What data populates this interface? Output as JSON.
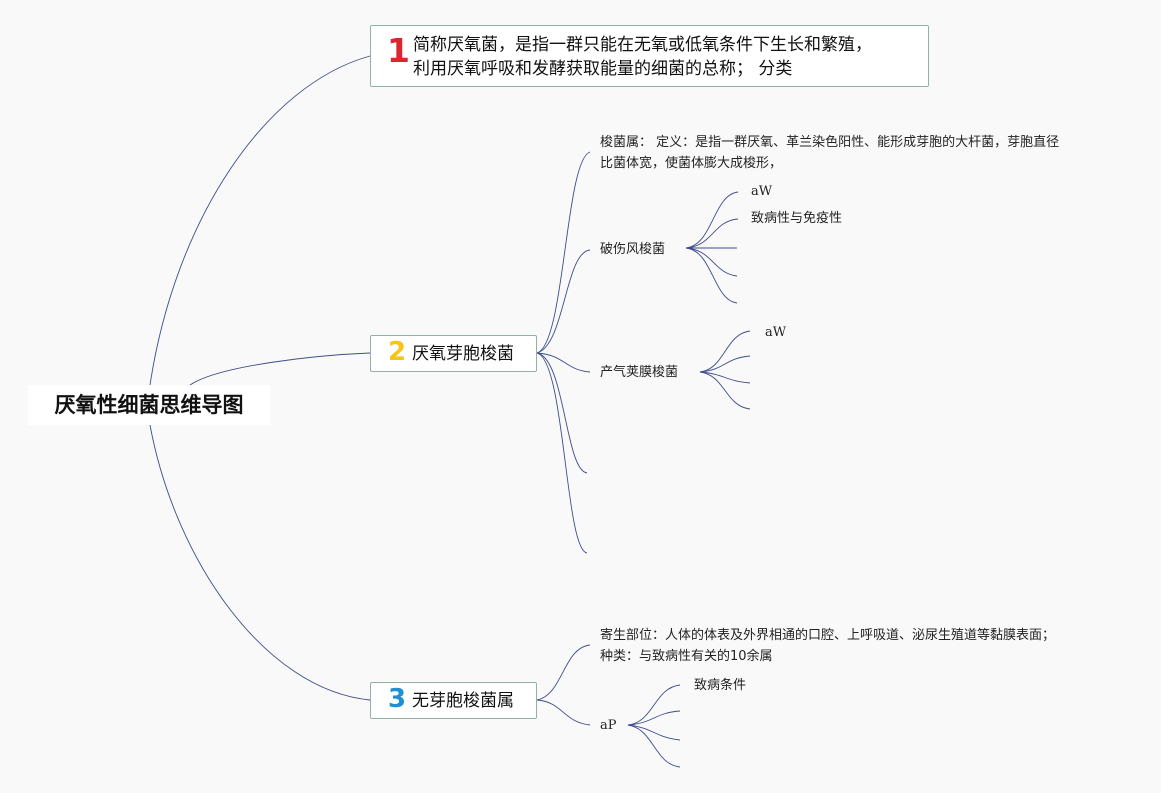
{
  "root": {
    "title": "厌氧性细菌思维导图"
  },
  "topics": [
    {
      "number": "1",
      "line1": "简称厌氧菌，是指一群只能在无氧或低氧条件下生长和繁殖，",
      "line2": "利用厌氧呼吸和发酵获取能量的细菌的总称； 分类"
    },
    {
      "number": "2",
      "title": "厌氧芽胞梭菌",
      "children": {
        "definition_line1": "梭菌属： 定义：是指一群厌氧、革兰染色阳性、能形成芽胞的大杆菌，芽胞直径",
        "definition_line2": "比菌体宽，使菌体膨大成梭形，",
        "tetanus": {
          "label": "破伤风梭菌",
          "sub1": "aW",
          "sub2": "致病性与免疫性"
        },
        "perfringens": {
          "label": "产气荚膜梭菌",
          "sub1": "aW"
        }
      }
    },
    {
      "number": "3",
      "title": "无芽胞梭菌属",
      "children": {
        "info_line1": "寄生部位：人体的体表及外界相通的口腔、上呼吸道、泌尿生殖道等黏膜表面；",
        "info_line2": "种类：与致病性有关的10余属",
        "ap": {
          "label": "aP",
          "sub1": "致病条件"
        }
      }
    }
  ],
  "colors": {
    "connector": "#3f4d8c",
    "topic_border": "#8eb3a4",
    "number_1": "#d9262f",
    "number_2": "#f5c518",
    "number_3": "#1f8fd6"
  }
}
